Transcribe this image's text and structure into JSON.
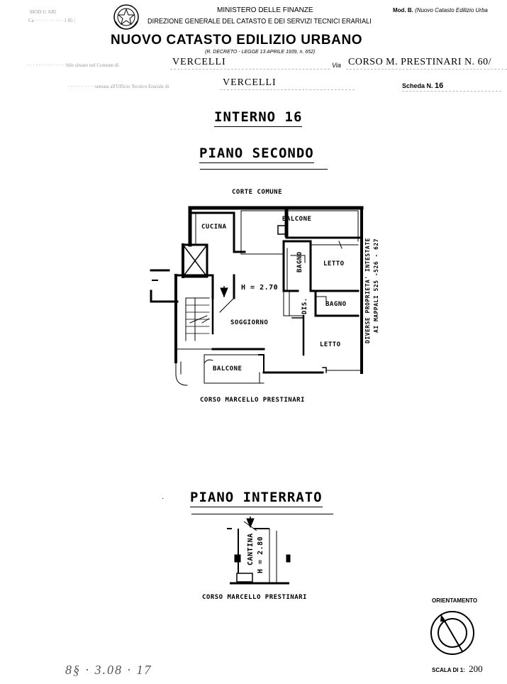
{
  "header": {
    "margin_top_left": "MOD·U ARI",
    "margin_top_left_2": "Ca  ·  ·  ·  ·  ·  ·  ·  ·  ·  · 1 85  |",
    "ministry": "MINISTERO DELLE FINANZE",
    "directorate": "DIREZIONE GENERALE DEL CATASTO E DEI SERVIZI TECNICI ERARIALI",
    "model_label": "Mod. B.",
    "model_desc": "(Nuovo Catasto Edilizio Urba",
    "main_title": "NUOVO CATASTO EDILIZIO URBANO",
    "decree": "(R. DECRETO - LEGGE 13 APRILE 1939, n. 652)"
  },
  "form": {
    "line1_prefix": "· · · · · · · · · · · · · ·bile situato nel Comune di",
    "comune": "VERCELLI",
    "via_label": "Via",
    "via_value": "CORSO M. PRESTINARI N. 60/",
    "line2_prefix": "· · · · · · · · · ·sentata all'Ufficio Tecnico Erariale di",
    "ufficio": "VERCELLI",
    "scheda_label": "Scheda N.",
    "scheda_value": "16"
  },
  "plan": {
    "unit_title": "INTERNO 16",
    "floor_title": "PIANO SECONDO",
    "top_label": "CORTE COMUNE",
    "rooms": {
      "cucina": "CUCINA",
      "balcone_top": "BALCONE",
      "bagno_vert": "BAGNO",
      "letto_top": "LETTO",
      "height": "H = 2.70",
      "dis": "DIS.",
      "bagno": "BAGNO",
      "soggiorno": "SOGGIORNO",
      "letto_bottom": "LETTO",
      "balcone_bottom": "BALCONE"
    },
    "side_note_1": "DIVERSE PROPRIETA' INTESTATE",
    "side_note_2": "AI MAPPALI 525 -526 - 627",
    "street": "CORSO MARCELLO PRESTINARI"
  },
  "basement": {
    "floor_title": "PIANO INTERRATO",
    "room": "CANTINA",
    "height": "H = 2.80",
    "street": "CORSO MARCELLO PRESTINARI"
  },
  "footer": {
    "orientation": "ORIENTAMENTO",
    "scale_label": "SCALA DI 1:",
    "scale_value": "200",
    "handwritten": "8§ · 3.08 · 17"
  }
}
